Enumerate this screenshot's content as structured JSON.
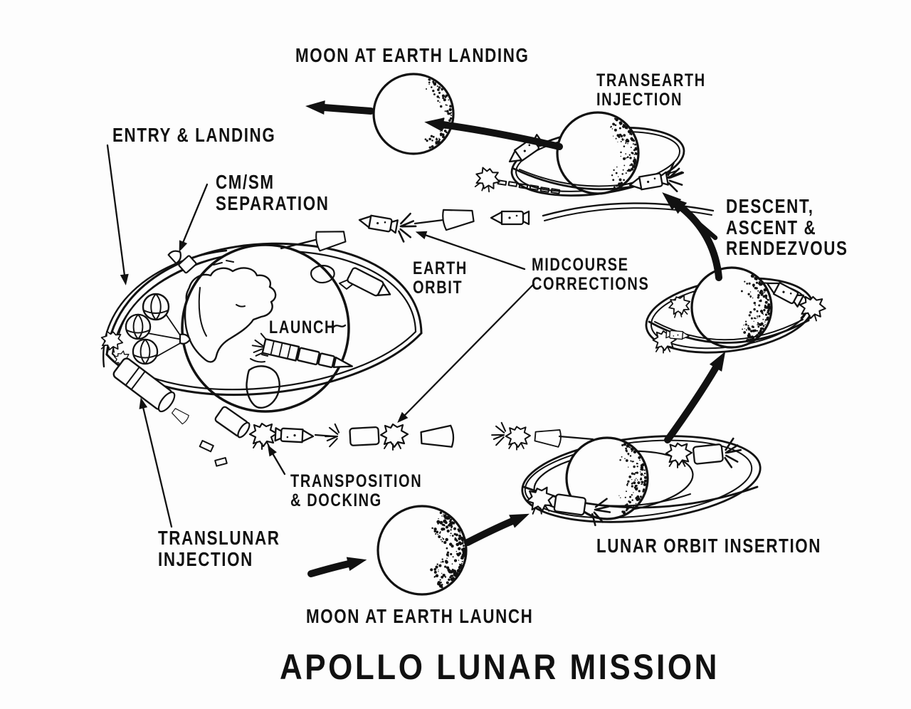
{
  "title": "APOLLO LUNAR MISSION",
  "colors": {
    "ink": "#111111",
    "paper": "#fdfdfd"
  },
  "labels": {
    "moon_at_earth_landing": "MOON AT EARTH LANDING",
    "transearth_injection": "TRANSEARTH\nINJECTION",
    "entry_landing": "ENTRY & LANDING",
    "cm_sm_separation": "CM/SM\nSEPARATION",
    "descent_ascent_rendezvous": "DESCENT,\nASCENT &\nRENDEZVOUS",
    "earth_orbit": "EARTH\nORBIT",
    "midcourse_corrections": "MIDCOURSE\nCORRECTIONS",
    "launch": "LAUNCH",
    "transposition_docking": "TRANSPOSITION\n& DOCKING",
    "translunar_injection": "TRANSLUNAR\nINJECTION",
    "lunar_orbit_insertion": "LUNAR ORBIT INSERTION",
    "moon_at_earth_launch": "MOON AT EARTH LAUNCH"
  }
}
